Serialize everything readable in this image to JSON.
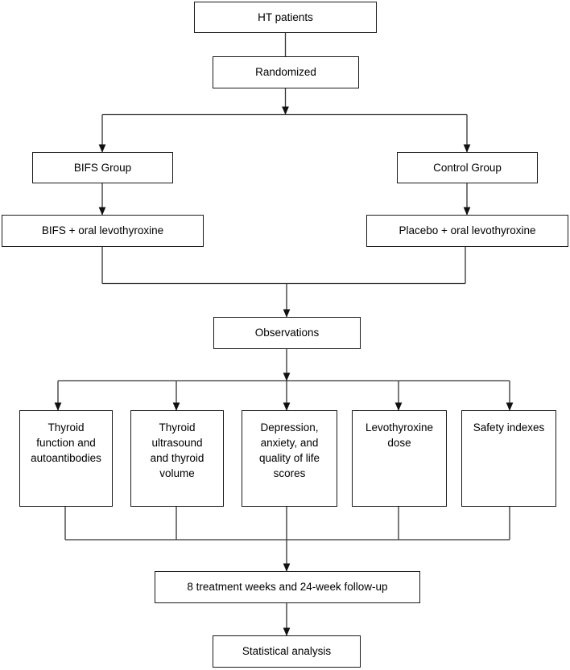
{
  "diagram": {
    "title": "HT patients study flow",
    "type": "flowchart",
    "stroke_color": "#1a1a1a",
    "background_color": "#ffffff",
    "nodes": [
      {
        "id": "ht-patients",
        "label": "HT patients"
      },
      {
        "id": "randomized",
        "label": "Randomized"
      },
      {
        "id": "bifs-group",
        "label": "BIFS Group"
      },
      {
        "id": "control-group",
        "label": "Control Group"
      },
      {
        "id": "bifs-treatment",
        "label": "BIFS + oral levothyroxine"
      },
      {
        "id": "placebo-treatment",
        "label": "Placebo + oral levothyroxine"
      },
      {
        "id": "observations",
        "label": "Observations"
      },
      {
        "id": "outcome-thyroid-function",
        "label": "Thyroid\nfunction and\nautoantibodies"
      },
      {
        "id": "outcome-thyroid-ultrasound",
        "label": "Thyroid\nultrasound\nand thyroid\nvolume"
      },
      {
        "id": "outcome-depression-anxiety",
        "label": "Depression,\nanxiety, and\nquality of life\nscores"
      },
      {
        "id": "outcome-levothyroxine-dose",
        "label": "Levothyroxine\ndose"
      },
      {
        "id": "outcome-safety-indexes",
        "label": "Safety indexes"
      },
      {
        "id": "follow-up",
        "label": "8 treatment weeks and 24-week follow-up"
      },
      {
        "id": "statistical-analysis",
        "label": "Statistical analysis"
      }
    ]
  }
}
